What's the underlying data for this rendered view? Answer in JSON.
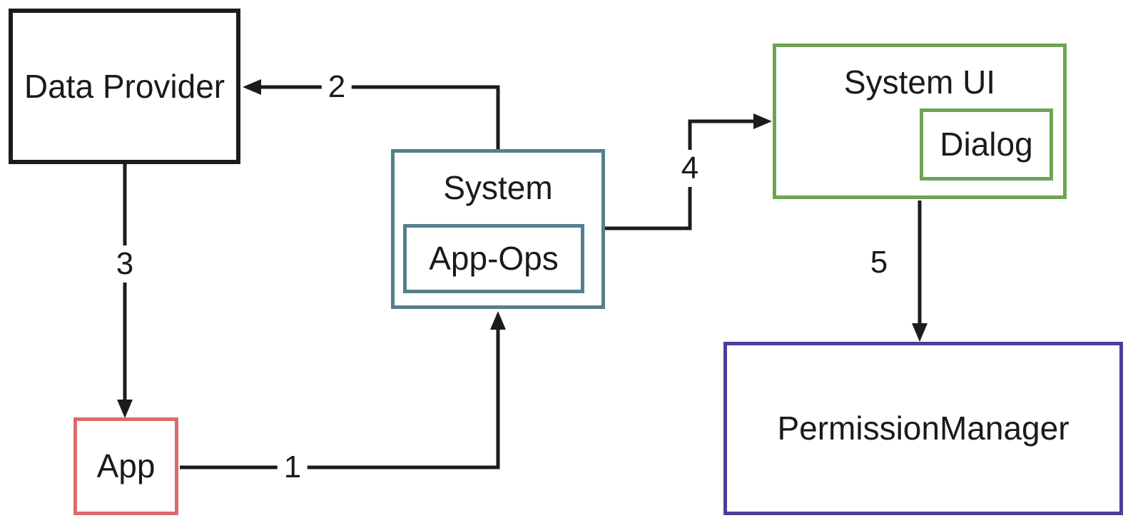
{
  "diagram": {
    "type": "flow-diagram",
    "nodes": [
      {
        "id": "data-provider",
        "label": "Data Provider"
      },
      {
        "id": "app",
        "label": "App"
      },
      {
        "id": "system",
        "label": "System"
      },
      {
        "id": "app-ops",
        "label": "App-Ops",
        "parent": "system"
      },
      {
        "id": "system-ui",
        "label": "System UI"
      },
      {
        "id": "dialog",
        "label": "Dialog",
        "parent": "system-ui"
      },
      {
        "id": "permission-manager",
        "label": "PermissionManager"
      }
    ],
    "edges": [
      {
        "label": "1",
        "from": "app",
        "to": "system"
      },
      {
        "label": "2",
        "from": "system",
        "to": "data-provider"
      },
      {
        "label": "3",
        "from": "data-provider",
        "to": "app"
      },
      {
        "label": "4",
        "from": "system",
        "to": "system-ui"
      },
      {
        "label": "5",
        "from": "system-ui",
        "to": "permission-manager"
      }
    ],
    "colors": {
      "data_provider_border": "#1c1c1c",
      "app_border": "#dd6a6a",
      "system_border": "#54808d",
      "system_ui_border": "#6fa355",
      "permission_manager_border": "#4c3e99",
      "arrow": "#1c1c1c",
      "text": "#1a1a1a",
      "background": "#ffffff"
    }
  }
}
